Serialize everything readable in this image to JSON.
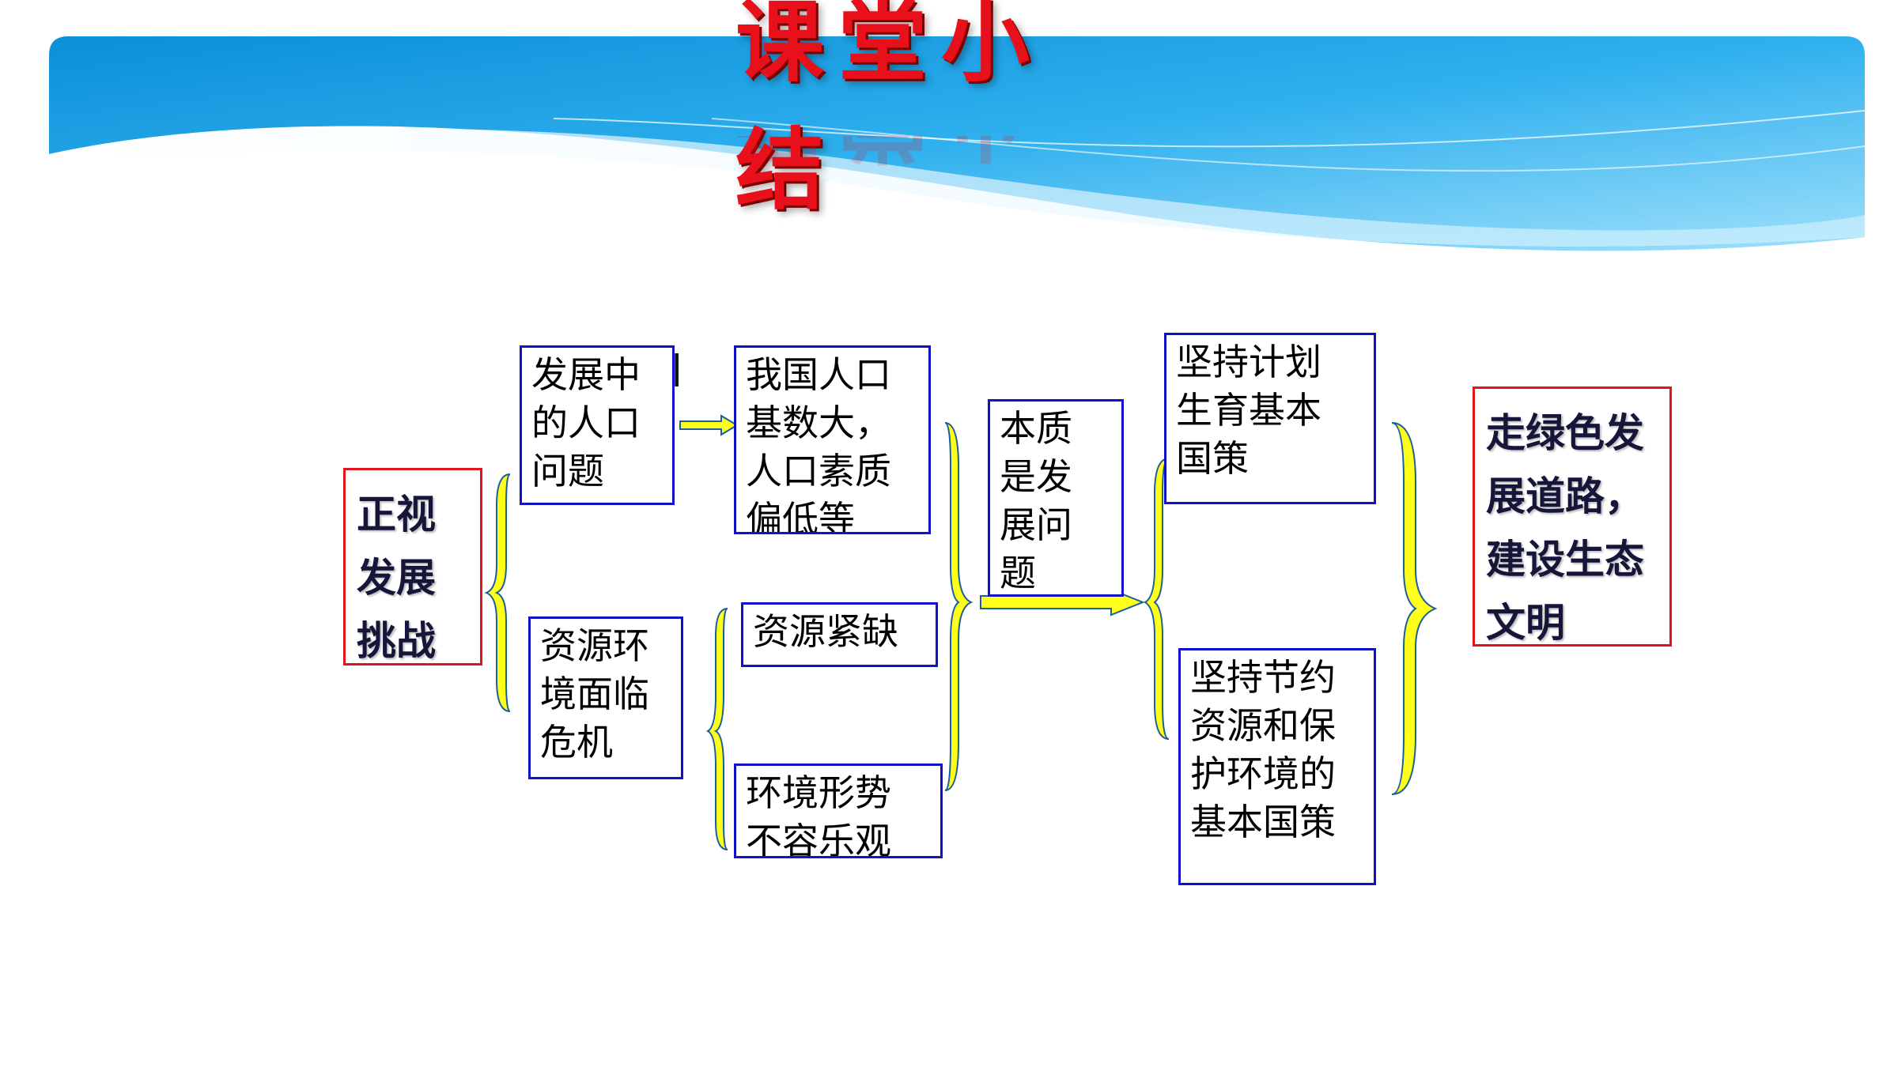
{
  "title": "课堂小结",
  "nodes": {
    "root": "正视\n发展\n挑战",
    "population_problem": "发展中\n的人口\n问题",
    "population_detail": "我国人口\n基数大，\n人口素质\n偏低等",
    "resource_crisis": "资源环\n境面临\n危机",
    "resource_shortage": "资源紧缺",
    "environment_situation": "环境形势\n不容乐观",
    "essence": "本质\n是发\n展问\n题",
    "family_planning": "坚持计划\n生育基本\n国策",
    "conservation_policy": "坚持节约\n资源和保\n护环境的\n基本国策",
    "green_development": "走绿色发\n展道路，\n建设生态\n文明"
  },
  "colors": {
    "box_border": "#1212c8",
    "highlight_border": "#e0141e",
    "brace": "#ffff1a",
    "arrow": "#ffff1a",
    "title": "#e8101a",
    "banner": "#1f9ee6"
  }
}
